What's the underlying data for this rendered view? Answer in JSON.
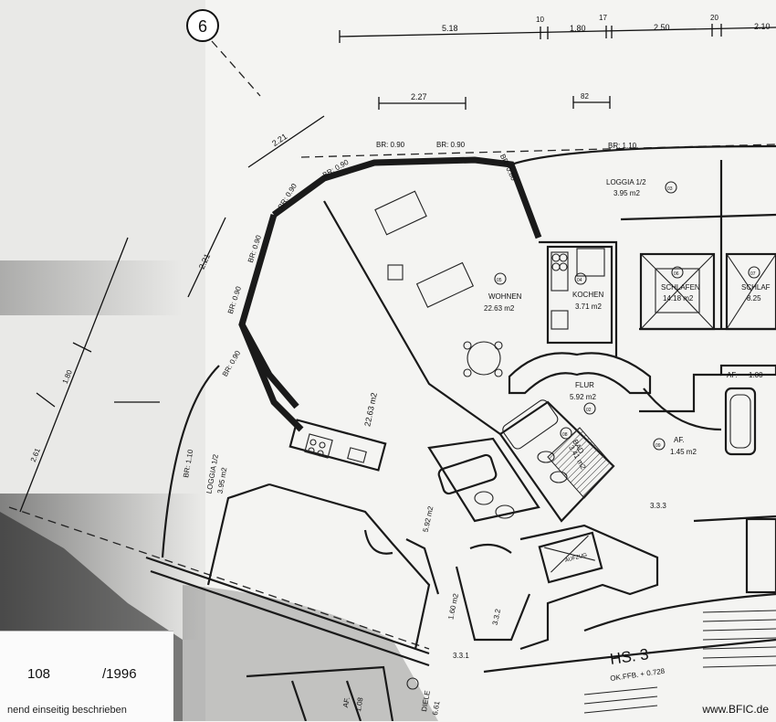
{
  "plan": {
    "section_marker": "6",
    "stair_label": "HS. 3",
    "stair_sublabel": "OK.FFB. + 0.728",
    "top_dimensions": [
      "5.18",
      "10",
      "1.80",
      "17",
      "2.50",
      "20",
      "2.10"
    ],
    "dim_labels": [
      "2.27",
      "82",
      "2.21",
      "2.21",
      "1.80",
      "2.61"
    ],
    "window_labels": [
      "BR: 0.90",
      "BR: 0.90",
      "BR: 0.90",
      "BR: 0.90",
      "BR: 0.90",
      "BR: 0.90",
      "BR: 1.10",
      "BR: 1.10",
      "BR: 0.90",
      "BR: 0.80"
    ],
    "rooms": [
      {
        "num": "03",
        "name": "LOGGIA 1/2",
        "area": "3.95 m2"
      },
      {
        "num": "05",
        "name": "WOHNEN",
        "area": "22.63 m2"
      },
      {
        "num": "04",
        "name": "KOCHEN",
        "area": "3.71 m2"
      },
      {
        "num": "06",
        "name": "SCHLAFEN",
        "area": "14.18 m2"
      },
      {
        "num": "07",
        "name": "SCHLAF",
        "area": "8.25"
      },
      {
        "num": "02",
        "name": "FLUR",
        "area": "5.92 m2"
      },
      {
        "num": "08",
        "name": "BAD",
        "area": "3.41 m2"
      },
      {
        "num": "09",
        "name": "AF.",
        "area": "1.45 m2"
      },
      {
        "name": "AF.",
        "area": "1.00"
      },
      {
        "name": "LOGGIA 1/2",
        "area": "3.95 m2"
      },
      {
        "name": "",
        "area": "22.63 m2"
      },
      {
        "name": "",
        "area": "5.92 m2"
      },
      {
        "name": "",
        "area": "1.60 m2"
      },
      {
        "name": "AF.",
        "area": "1.08"
      },
      {
        "name": "DIELE",
        "area": "6.61"
      }
    ],
    "hallway_codes": [
      "3.3.3",
      "3.3.2",
      "3.3.1"
    ],
    "lift_label": "AUFZUG"
  },
  "card": {
    "number": "108",
    "year": "/1996",
    "note": "nend einseitig beschrieben"
  },
  "watermark": "www.BFIC.de"
}
